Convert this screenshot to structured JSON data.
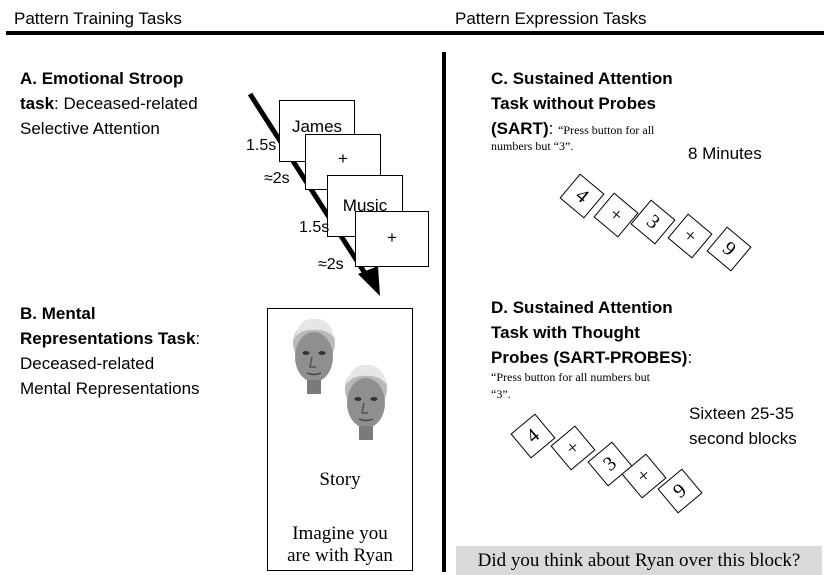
{
  "headers": {
    "left": "Pattern Training Tasks",
    "right": "Pattern Expression Tasks"
  },
  "task_a": {
    "title_bold": "A. Emotional Stroop task",
    "title_rest": ": Deceased-related Selective Attention",
    "line1_bold": "A. Emotional Stroop",
    "line2_bold": "task",
    "line2_rest": ": Deceased-related",
    "line3": "Selective Attention",
    "cards": [
      "James",
      "+",
      "Music",
      "+"
    ],
    "timings": [
      "1.5s",
      "≈2s",
      "1.5s",
      "≈2s"
    ]
  },
  "task_b": {
    "line1_bold": "B. Mental",
    "line2_bold": "Representations Task",
    "line2_rest": ":",
    "line3": "Deceased-related",
    "line4": "Mental Representations",
    "panel": {
      "story_label": "Story",
      "prompt_line1": "Imagine you",
      "prompt_line2": "are with Ryan"
    }
  },
  "task_c": {
    "line1_bold": "C. Sustained Attention",
    "line2_bold": "Task without Probes",
    "line3_bold": "(SART)",
    "line3_rest": ":",
    "quote_line1": "“Press button for all",
    "quote_line2": "numbers but “3”.",
    "duration": "8 Minutes",
    "digits": [
      "4",
      "+",
      "3",
      "+",
      "9"
    ]
  },
  "task_d": {
    "line1_bold": "D. Sustained Attention",
    "line2_bold": "Task with Thought",
    "line3_bold": "Probes (SART-PROBES)",
    "line3_rest": ":",
    "quote_line1": "“Press button for all numbers but",
    "quote_line2": "“3”.",
    "blocks_line1": "Sixteen 25-35",
    "blocks_line2": "second blocks",
    "digits": [
      "4",
      "+",
      "3",
      "+",
      "9"
    ],
    "probe_question": "Did you think about Ryan over this block?"
  },
  "colors": {
    "probe_bg": "#d9d9d9",
    "rule": "#000000"
  }
}
